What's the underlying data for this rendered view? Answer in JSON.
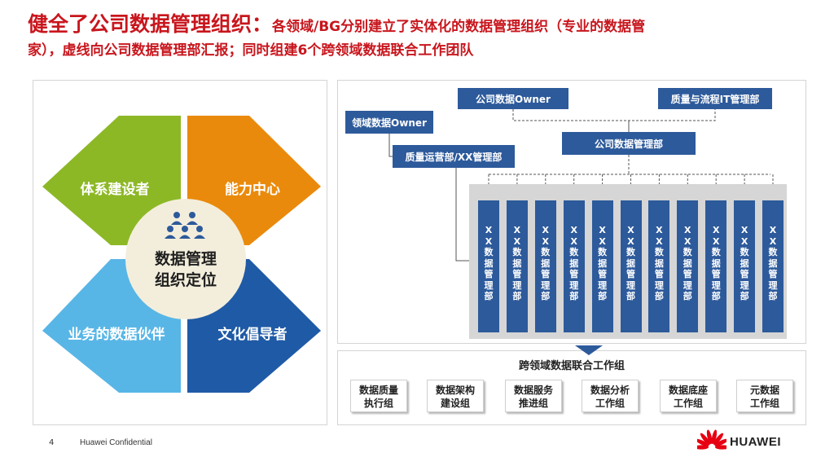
{
  "title": {
    "main": "健全了公司数据管理组织：",
    "sub": "各领域/BG分别建立了实体化的数据管理组织（专业的数据管",
    "line2": "家），虚线向公司数据管理部汇报；同时组建6个跨领域数据联合工作团队"
  },
  "positioning": {
    "center_line1": "数据管理",
    "center_line2": "组织定位",
    "petals": [
      {
        "label": "体系建设者",
        "color": "#8db826"
      },
      {
        "label": "能力中心",
        "color": "#ea8a0c"
      },
      {
        "label": "业务的数据伙伴",
        "color": "#58b6e6"
      },
      {
        "label": "文化倡导者",
        "color": "#1f5aa6"
      }
    ],
    "icon": "people-group-icon"
  },
  "org": {
    "company_owner": "公司数据Owner",
    "quality_it": "质量与流程IT管理部",
    "domain_owner": "领域数据Owner",
    "company_dept": "公司数据管理部",
    "quality_ops": "质量运营部/XX管理部",
    "column_label": "XX数据管理部",
    "column_count": 11,
    "box_color": "#2d5a9b"
  },
  "working_groups": {
    "title": "跨领域数据联合工作组",
    "groups": [
      {
        "line1": "数据质量",
        "line2": "执行组"
      },
      {
        "line1": "数据架构",
        "line2": "建设组"
      },
      {
        "line1": "数据服务",
        "line2": "推进组"
      },
      {
        "line1": "数据分析",
        "line2": "工作组"
      },
      {
        "line1": "数据底座",
        "line2": "工作组"
      },
      {
        "line1": "元数据",
        "line2": "工作组"
      }
    ]
  },
  "footer": {
    "page_number": "4",
    "confidential": "Huawei Confidential",
    "brand": "HUAWEI",
    "brand_color": "#e60012"
  }
}
